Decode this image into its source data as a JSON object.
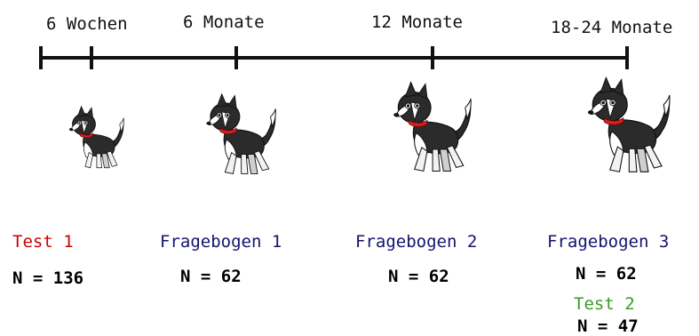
{
  "timeline": {
    "labels": [
      "6 Wochen",
      "6 Monate",
      "12 Monate",
      "18-24 Monate"
    ]
  },
  "studies": [
    {
      "title": "Test 1",
      "n": "N = 136"
    },
    {
      "title": "Fragebogen 1",
      "n": "N = 62"
    },
    {
      "title": "Fragebogen 2",
      "n": "N = 62"
    },
    {
      "title": "Fragebogen 3",
      "n": "N = 62"
    },
    {
      "title": "Test 2",
      "n": "N = 47"
    }
  ],
  "colors": {
    "test1": "#cc0000",
    "fragebogen": "#14146e",
    "test2": "#3a9a2a",
    "n_text": "#000000",
    "collar": "#d42020"
  },
  "icons": [
    "dog-puppy-icon",
    "dog-young-icon",
    "dog-adolescent-icon",
    "dog-adult-icon"
  ]
}
